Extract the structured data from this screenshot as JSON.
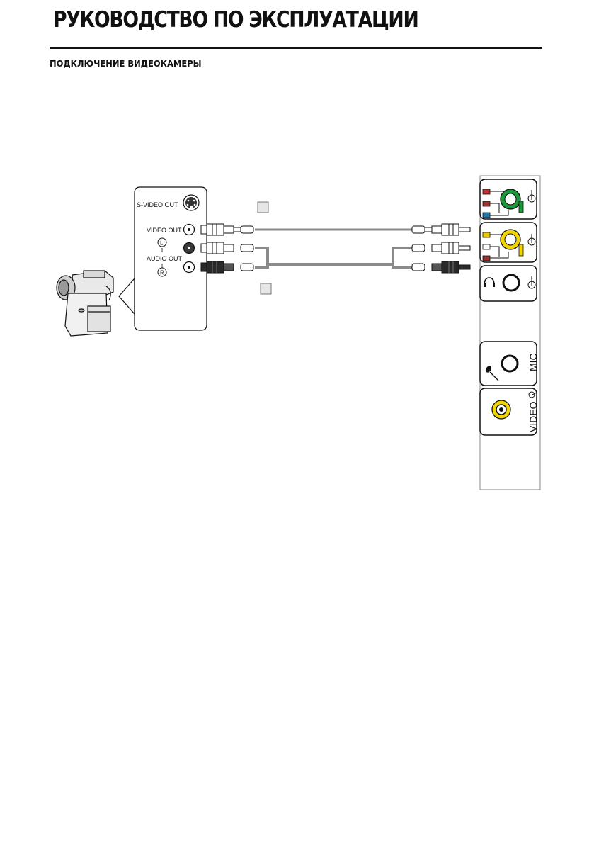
{
  "header": {
    "title": "РУКОВОДСТВО ПО ЭКСПЛУАТАЦИИ",
    "section": "ПОДКЛЮЧЕНИЕ ВИДЕОКАМЕРЫ"
  },
  "camcorder_panel": {
    "s_video_out": "S-VIDEO OUT",
    "video_out": "VIDEO OUT",
    "left_marker": "L",
    "audio_out": "AUDIO OUT",
    "right_marker": "R"
  },
  "device_panel": {
    "mic_label": "MIC",
    "video_label": "VIDEO"
  },
  "colors": {
    "line": "#111111",
    "cable_gray": "#8a8a8a",
    "jack_green": "#1a9a3a",
    "jack_yellow": "#f2d400",
    "plug_dark": "#2a2a2a"
  }
}
